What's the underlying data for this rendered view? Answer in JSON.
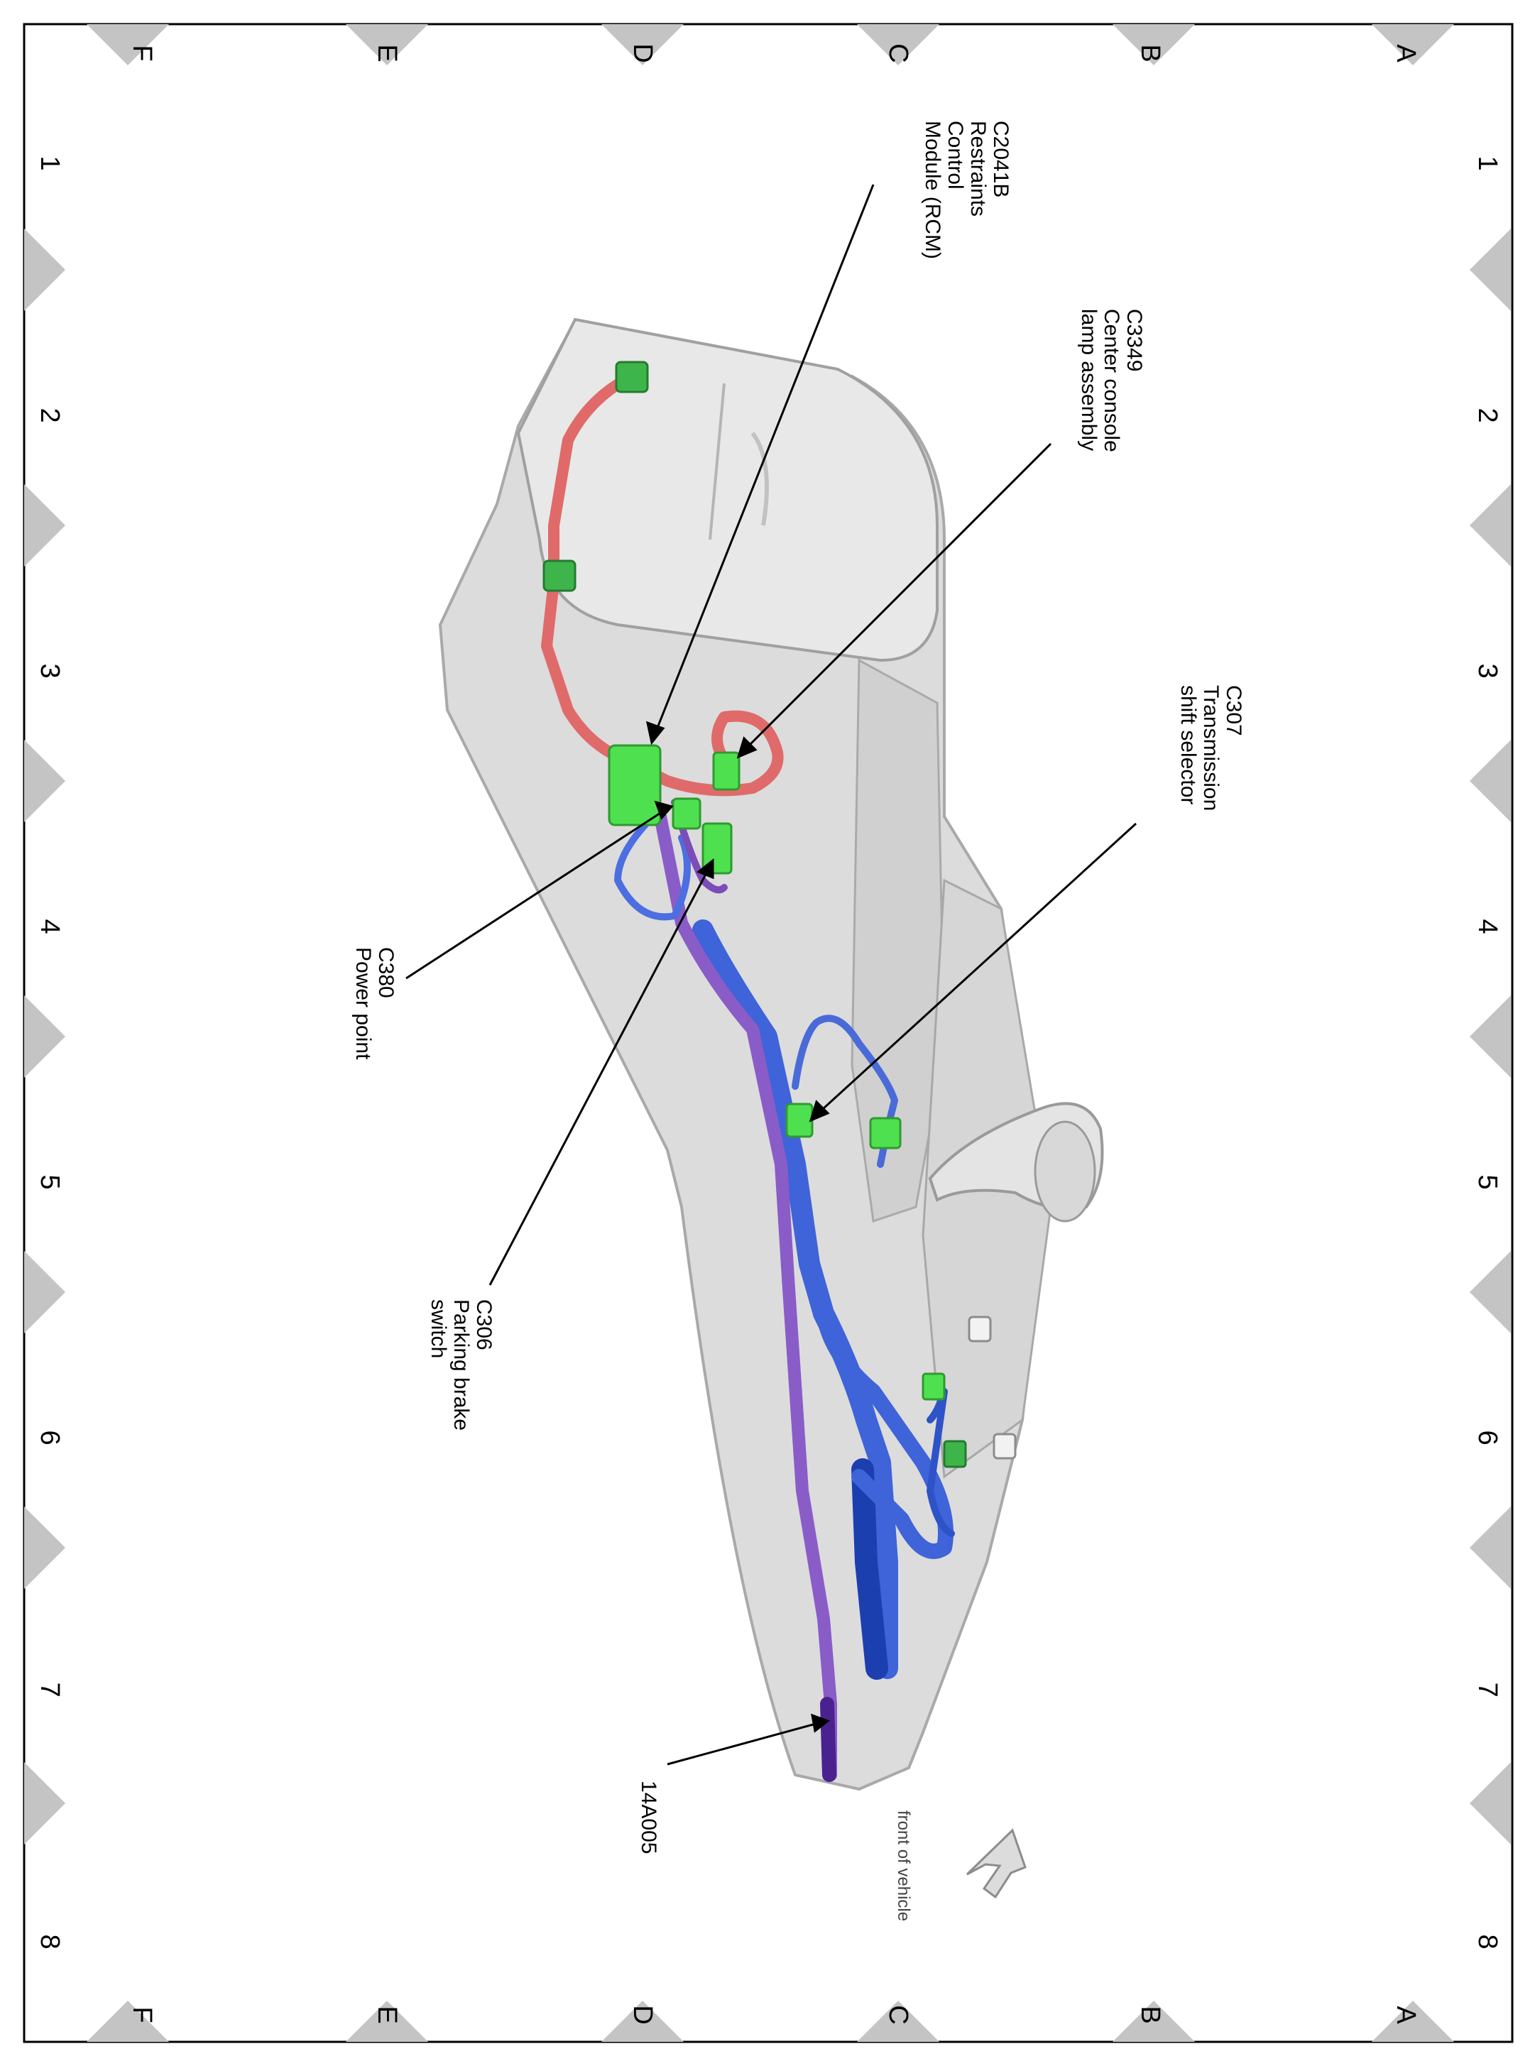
{
  "grid": {
    "columns": [
      "1",
      "2",
      "3",
      "4",
      "5",
      "6",
      "7",
      "8"
    ],
    "rows": [
      "A",
      "B",
      "C",
      "D",
      "E",
      "F"
    ]
  },
  "callouts": [
    {
      "id": "c2041b",
      "lines": [
        "C2041B",
        "Restraints",
        "Control",
        "Module (RCM)"
      ]
    },
    {
      "id": "c3349",
      "lines": [
        "C3349",
        "Center console",
        "lamp assembly"
      ]
    },
    {
      "id": "c307",
      "lines": [
        "C307",
        "Transmission",
        "shift selector"
      ]
    },
    {
      "id": "c380",
      "lines": [
        "C380",
        "Power point"
      ]
    },
    {
      "id": "c306",
      "lines": [
        "C306",
        "Parking brake",
        "switch"
      ]
    },
    {
      "id": "14a005",
      "lines": [
        "14A005"
      ]
    }
  ],
  "orientation": {
    "label": "front of vehicle"
  },
  "colors": {
    "frame": "#000000",
    "marker": "#c4c4c4",
    "console": "#dedede",
    "console_edge": "#a9a9a9",
    "harness_red": "#e06a6a",
    "harness_blue": "#3f63d8",
    "harness_dark_blue": "#1c3fb0",
    "harness_purple": "#8a5cc8",
    "connector": "#4fe04f"
  }
}
